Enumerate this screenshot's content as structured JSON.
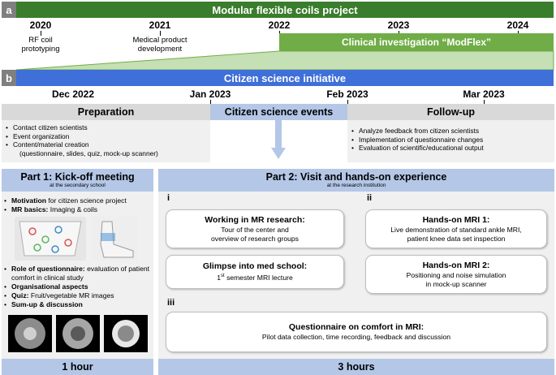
{
  "panel_a": {
    "label": "a",
    "title": "Modular flexible coils project",
    "years": [
      "2020",
      "2021",
      "2022",
      "2023",
      "2024"
    ],
    "milestones": [
      "RF coil\nprototyping",
      "Medical product\ndevelopment"
    ],
    "clinical_bar": "Clinical investigation “ModFlex”"
  },
  "panel_b": {
    "label": "b",
    "title": "Citizen science initiative",
    "months": [
      "Dec 2022",
      "Jan 2023",
      "Feb 2023",
      "Mar 2023"
    ],
    "phases": {
      "preparation": {
        "title": "Preparation",
        "items": [
          "Contact citizen scientists",
          "Event organization",
          "Content/material creation",
          "(questionnaire, slides, quiz, mock-up scanner)"
        ]
      },
      "events": {
        "title": "Citizen science events"
      },
      "followup": {
        "title": "Follow-up",
        "items": [
          "Analyze feedback from citizen scientists",
          "Implementation of questionnaire changes",
          "Evaluation of scientific/educational output"
        ]
      }
    },
    "part1": {
      "title": "Part 1: Kick-off meeting",
      "subtitle": "at the secondary school",
      "items": [
        {
          "bold": "Motivation",
          "text": " for citizen science project"
        },
        {
          "bold": "MR basics:",
          "text": " Imaging & coils"
        },
        {
          "bold": "Role of questionnaire:",
          "text": " evaluation of patient comfort in clinical study"
        },
        {
          "bold": "Organisational aspects",
          "text": ""
        },
        {
          "bold": "Quiz:",
          "text": " Fruit/vegetable MR images"
        },
        {
          "bold": "Sum-up & discussion",
          "text": ""
        }
      ],
      "duration": "1 hour"
    },
    "part2": {
      "title": "Part 2: Visit and hands-on experience",
      "subtitle": "at the research institution",
      "markers": [
        "i",
        "ii",
        "iii"
      ],
      "cards": {
        "research": {
          "title": "Working in MR research:",
          "text": "Tour of the center and\noverview of research groups"
        },
        "medschool": {
          "title": "Glimpse into med school:",
          "text_pre": "1",
          "text_sup": "st",
          "text_post": " semester MRI lecture"
        },
        "mri1": {
          "title": "Hands-on MRI 1:",
          "text": "Live demonstration of standard ankle MRI,\npatient knee data set inspection"
        },
        "mri2": {
          "title": "Hands-on MRI 2:",
          "text": "Positioning and noise simulation\nin mock-up scanner"
        },
        "questionnaire": {
          "title": "Questionnaire on comfort in MRI:",
          "text": "Pilot data collection, time recording, feedback and discussion"
        }
      },
      "duration": "3 hours"
    }
  },
  "colors": {
    "green_dark": "#3a7d2c",
    "green_light": "#70ad47",
    "green_pale": "#c5e0b4",
    "blue": "#3f6fd8",
    "blue_light": "#b4c7e7",
    "grey": "#7f7f7f"
  }
}
